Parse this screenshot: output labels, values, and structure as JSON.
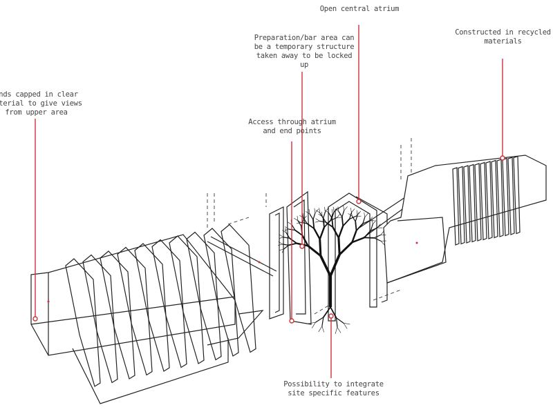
{
  "title": "Pavilion exploded axonometric",
  "annotations": [
    {
      "id": "open-central-atrium",
      "text": "Open central atrium"
    },
    {
      "id": "preparation-bar-area",
      "text": "Preparation/bar area can\nbe a temporary structure\ntaken away to be locked\nup"
    },
    {
      "id": "constructed-recycled",
      "text": "Constructed in recycled\nmaterials"
    },
    {
      "id": "ends-capped",
      "text": "Ends capped in clear\nmaterial to give views\nfrom upper area"
    },
    {
      "id": "access-through-atrium",
      "text": "Access through atrium\nand end points"
    },
    {
      "id": "site-specific-features",
      "text": "Possibility to integrate\nsite specific features"
    }
  ],
  "colors": {
    "leader": "#d0303a",
    "line": "#222222",
    "text": "#444444"
  }
}
